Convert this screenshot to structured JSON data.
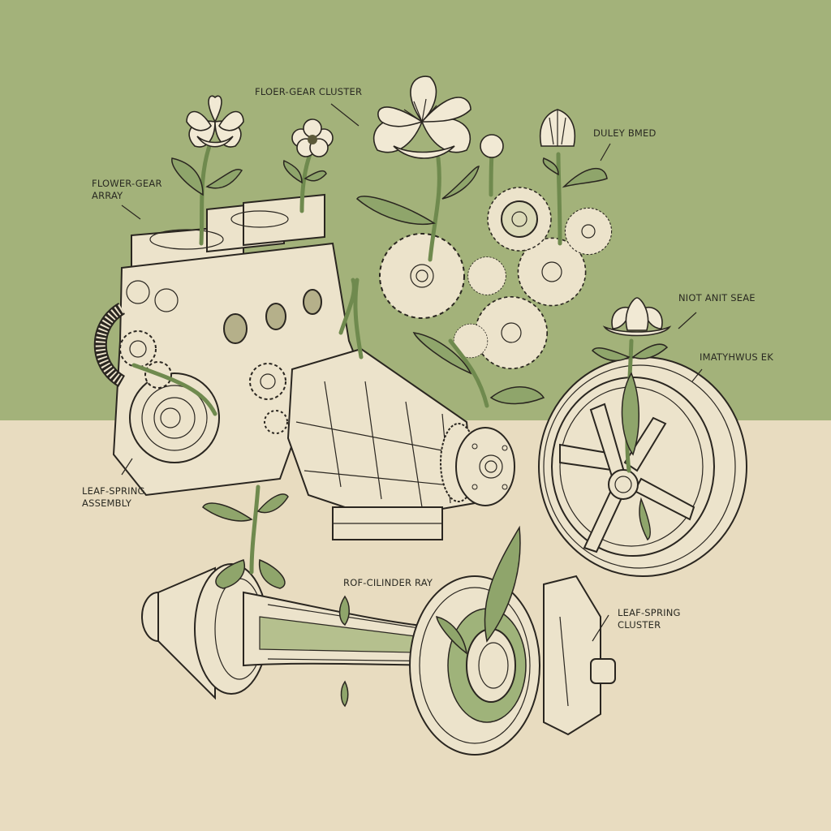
{
  "poster": {
    "palette": {
      "top_background": "#a3b27a",
      "bottom_background": "#e8dcc0",
      "ink": "#2a2620",
      "leaf_green": "#8fa56b",
      "part_fill": "#ece3cb"
    },
    "labels": [
      {
        "id": "floer-gear-cluster",
        "text": "FLOER-GEAR CLUSTER"
      },
      {
        "id": "flower-gear-array",
        "text": "FLOWER-GEAR\nARRAY"
      },
      {
        "id": "duley-bmed",
        "text": "DULEY BMED"
      },
      {
        "id": "niot-anit-seae",
        "text": "NIOT ANIT SEAE"
      },
      {
        "id": "imatyhwus-ek",
        "text": "IMATYHWUS EK"
      },
      {
        "id": "leaf-spring-assembly",
        "text": "LEAF-SPRING\nASSEMBLY"
      },
      {
        "id": "rof-cilinder-ray",
        "text": "ROF-CILINDER RAY"
      },
      {
        "id": "leaf-spring-cluster",
        "text": "LEAF-SPRING\nCLUSTER"
      }
    ],
    "parts": [
      {
        "id": "engine-block",
        "description": "Engine block with flowers growing from cylinder openings"
      },
      {
        "id": "gear-cluster",
        "description": "Interlocking gears with flower stems"
      },
      {
        "id": "transmission",
        "description": "Transmission housing with flywheel"
      },
      {
        "id": "wheel",
        "description": "Spoked wheel with lotus flower"
      },
      {
        "id": "axle",
        "description": "Axle / driveshaft with leaves and brake disc"
      }
    ]
  }
}
